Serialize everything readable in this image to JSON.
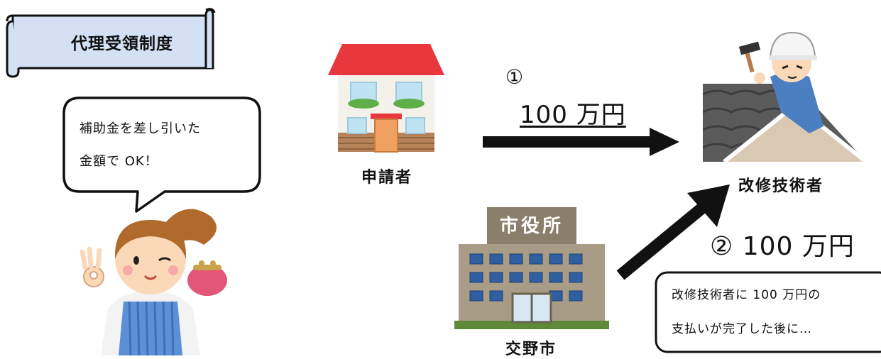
{
  "title": "代理受領制度",
  "speech_bubble": {
    "line1": "補助金を差し引いた",
    "line2": "金額で OK！"
  },
  "applicant": {
    "label": "申請者"
  },
  "contractor": {
    "label": "改修技術者"
  },
  "city": {
    "label": "交野市",
    "building_sign": "市役所"
  },
  "step1": {
    "number": "①",
    "amount": "100 万円"
  },
  "step2": {
    "text": "② 100 万円"
  },
  "note": {
    "line1": "改修技術者に 100 万円の",
    "line2": "支払いが完了した後に…"
  },
  "colors": {
    "roof_red": "#e8383d",
    "scroll_fill": "#d4e1f5",
    "arrow": "#111111",
    "building": "#a89c86",
    "apron_blue": "#5b8fd6",
    "worker_blue": "#4a7fc1"
  }
}
